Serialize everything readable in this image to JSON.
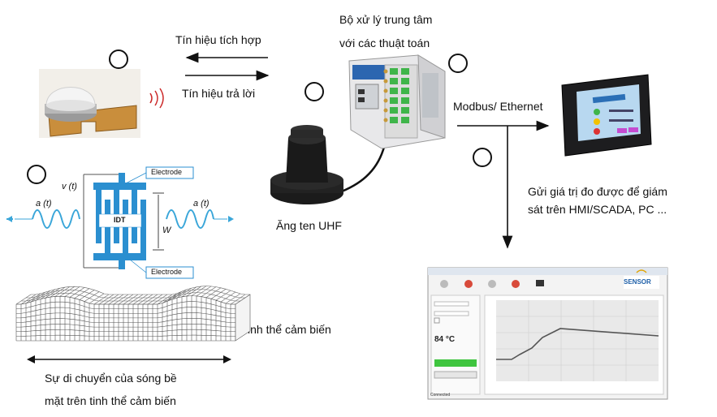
{
  "labels": {
    "integrated_signal": "Tín hiệu tích hợp",
    "reply_signal": "Tín hiệu trả lời",
    "processor_line1": "Bộ xử lý trung tâm",
    "processor_line2": "với các thuật toán",
    "modbus": "Modbus/ Ethernet",
    "antenna": "Ăng ten UHF",
    "send_line1": "Gửi giá trị đo được để giám",
    "send_line2": "sát trên HMI/SCADA, PC ...",
    "crystal": "Tinh thể cảm biến",
    "wave_line1": "Sự di chuyển của sóng bề",
    "wave_line2": "mặt trên tinh thể cảm biến"
  },
  "idt": {
    "electrode_top": "Electrode",
    "electrode_bottom": "Electrode",
    "idt_label": "IDT",
    "v_label": "v (t)",
    "w_label": "W",
    "a_left": "a (t)",
    "a_right": "a (t)"
  },
  "software": {
    "brand": "SENSOR",
    "temp_value": "84 °C",
    "status_text": "Connected"
  },
  "colors": {
    "wave_blue": "#3aa6d9",
    "idt_blue": "#2b8fd0",
    "controller_green": "#3fb54a",
    "signal_red": "#cc2a2a"
  }
}
